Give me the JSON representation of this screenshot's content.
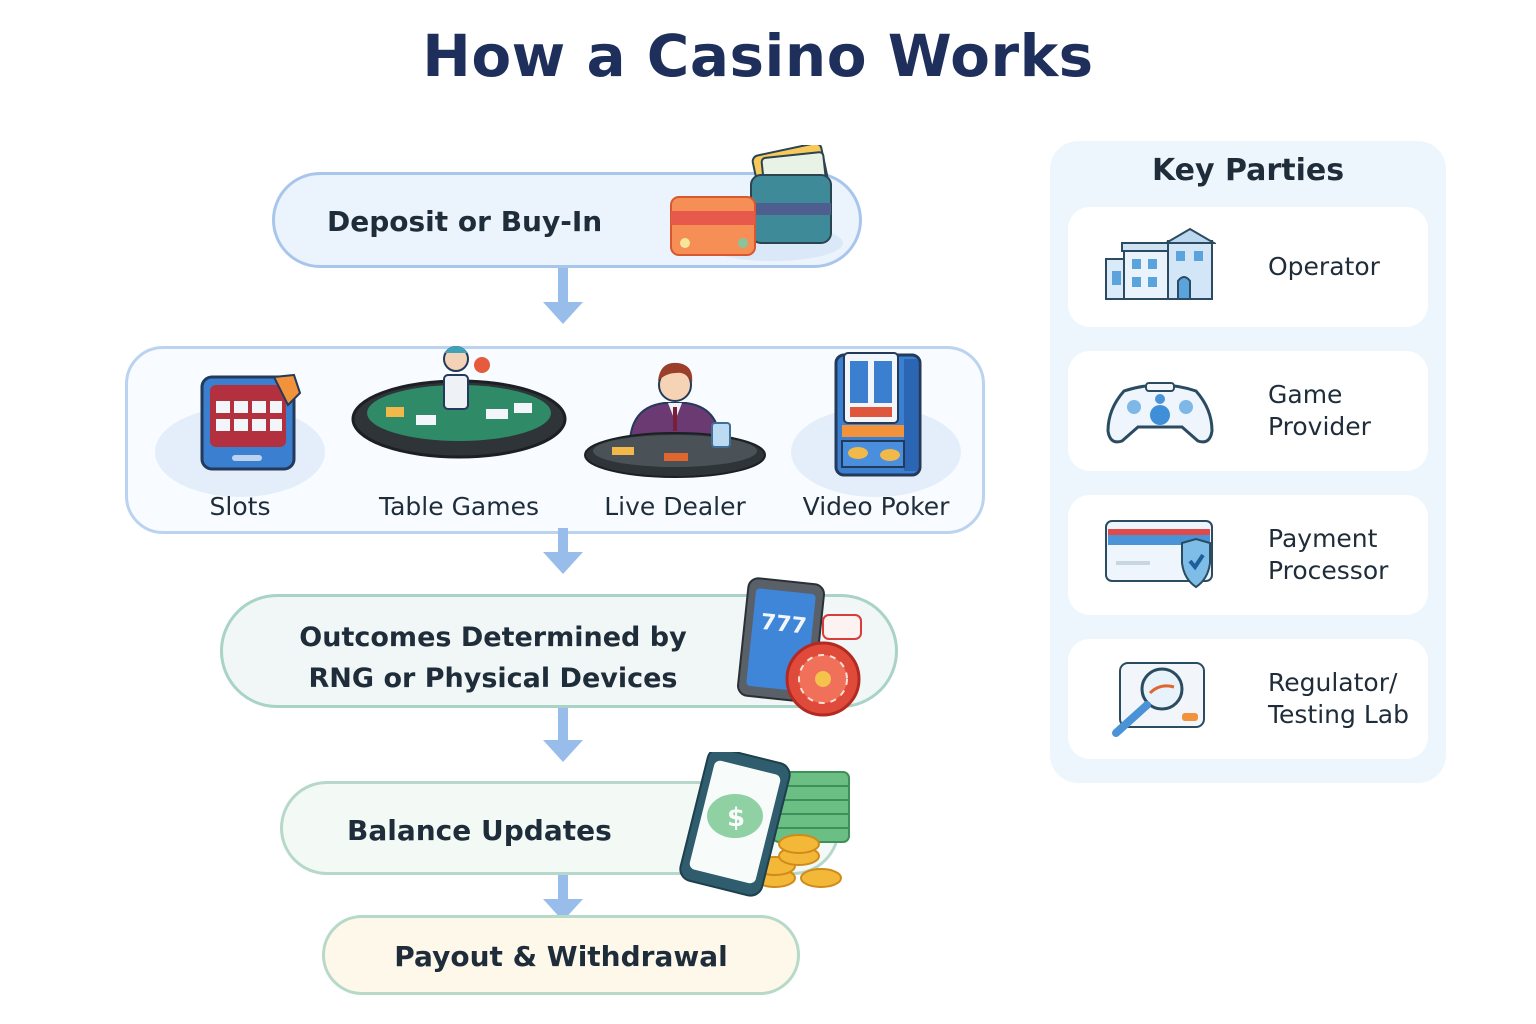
{
  "title": "How a Casino Works",
  "flow": {
    "steps": [
      {
        "label": "Deposit or Buy-In",
        "icon": "wallet-card-icon"
      },
      {
        "label": "Outcomes Determined by RNG or Physical Devices",
        "icon": "phone-chip-icon"
      },
      {
        "label": "Balance Updates",
        "icon": "phone-cash-coins-icon"
      },
      {
        "label": "Payout & Withdrawal"
      }
    ],
    "games": [
      {
        "label": "Slots",
        "icon": "slot-machine-icon"
      },
      {
        "label": "Table Games",
        "icon": "table-games-icon"
      },
      {
        "label": "Live Dealer",
        "icon": "live-dealer-icon"
      },
      {
        "label": "Video Poker",
        "icon": "video-poker-icon"
      }
    ]
  },
  "key_parties": {
    "title": "Key Parties",
    "items": [
      {
        "label": "Operator",
        "icon": "building-icon"
      },
      {
        "label": "Game\nProvider",
        "icon": "gamepad-icon"
      },
      {
        "label": "Payment\nProcessor",
        "icon": "card-shield-icon"
      },
      {
        "label": "Regulator/\nTesting Lab",
        "icon": "magnifier-icon"
      }
    ]
  },
  "colors": {
    "title": "#1e2f5c",
    "arrow": "#98bdea",
    "blue_border": "#a8c6ec",
    "green_border": "#a9d3c6",
    "panel_bg": "#eef6fd"
  }
}
